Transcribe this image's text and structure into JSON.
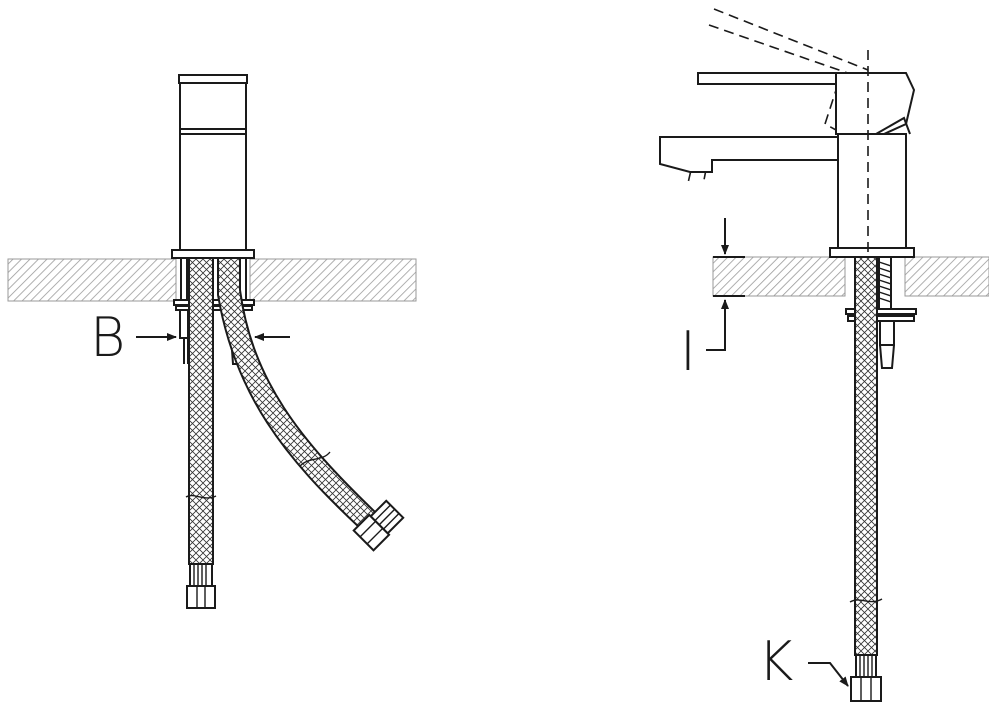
{
  "labels": {
    "b": "B",
    "i": "I",
    "k": "K"
  },
  "colors": {
    "line": "#1a1a1a",
    "hatch": "#9a9a9a",
    "background": "#ffffff"
  }
}
